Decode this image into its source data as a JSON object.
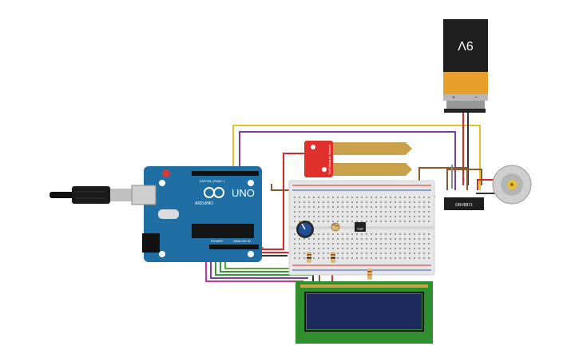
{
  "battery": {
    "label": "9V",
    "plus": "+",
    "minus": "−"
  },
  "arduino": {
    "logo": "UNO",
    "brand": "ARDUINO",
    "digital_label": "DIGITAL (PWM~)",
    "power_label": "POWER",
    "analog_label": "ANALOG IN"
  },
  "sensor": {
    "label": "Soil Moisture Sensor"
  },
  "driver": {
    "label": "DRV8871"
  },
  "tmp": {
    "label": "TMP"
  },
  "colors": {
    "arduino_board": "#1f6fa5",
    "breadboard": "#e6e6e6",
    "battery_top": "#222222",
    "battery_band": "#e8a02c",
    "sensor_red": "#e0302c",
    "lcd_green": "#2f8f2f",
    "lcd_screen": "#1e2a5e",
    "wire_yellow": "#e6c229",
    "wire_purple": "#7b3fa0",
    "wire_red": "#d62828",
    "wire_brown": "#8b5a2b",
    "wire_green": "#3a9a3a",
    "wire_magenta": "#c0399b",
    "wire_gray": "#8a8a8a"
  }
}
